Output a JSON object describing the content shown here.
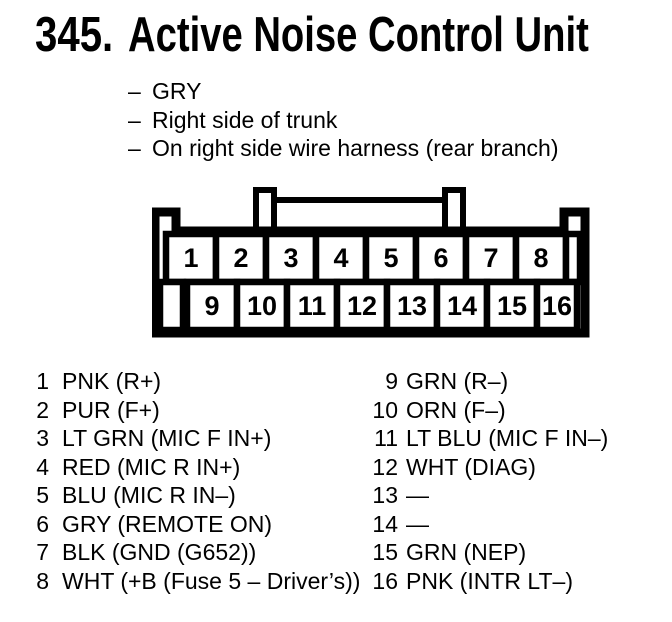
{
  "page": {
    "background": "#ffffff",
    "ink": "#000000"
  },
  "header": {
    "number": "345.",
    "title": "Active Noise Control Unit"
  },
  "bullet_char": "–",
  "details": [
    "GRY",
    "Right side of trunk",
    "On right side wire harness (rear branch)"
  ],
  "connector": {
    "description": "16-pin connector front view with center lock tab",
    "top_pins": [
      "1",
      "2",
      "3",
      "4",
      "5",
      "6",
      "7",
      "8"
    ],
    "bottom_pins": [
      "9",
      "10",
      "11",
      "12",
      "13",
      "14",
      "15",
      "16"
    ]
  },
  "pins": {
    "left": [
      {
        "pin": "1",
        "label": "PNK (R+)"
      },
      {
        "pin": "2",
        "label": "PUR (F+)"
      },
      {
        "pin": "3",
        "label": "LT GRN (MIC F IN+)"
      },
      {
        "pin": "4",
        "label": "RED (MIC R IN+)"
      },
      {
        "pin": "5",
        "label": "BLU (MIC R IN–)"
      },
      {
        "pin": "6",
        "label": "GRY (REMOTE ON)"
      },
      {
        "pin": "7",
        "label": "BLK (GND (G652))"
      },
      {
        "pin": "8",
        "label": "WHT (+B (Fuse 5 – Driver’s))"
      }
    ],
    "right": [
      {
        "pin": "9",
        "label": "GRN (R–)"
      },
      {
        "pin": "10",
        "label": "ORN (F–)"
      },
      {
        "pin": "11",
        "label": "LT BLU (MIC F IN–)"
      },
      {
        "pin": "12",
        "label": "WHT (DIAG)"
      },
      {
        "pin": "13",
        "label": "—"
      },
      {
        "pin": "14",
        "label": "—"
      },
      {
        "pin": "15",
        "label": "GRN (NEP)"
      },
      {
        "pin": "16",
        "label": "PNK (INTR LT–)"
      }
    ]
  }
}
